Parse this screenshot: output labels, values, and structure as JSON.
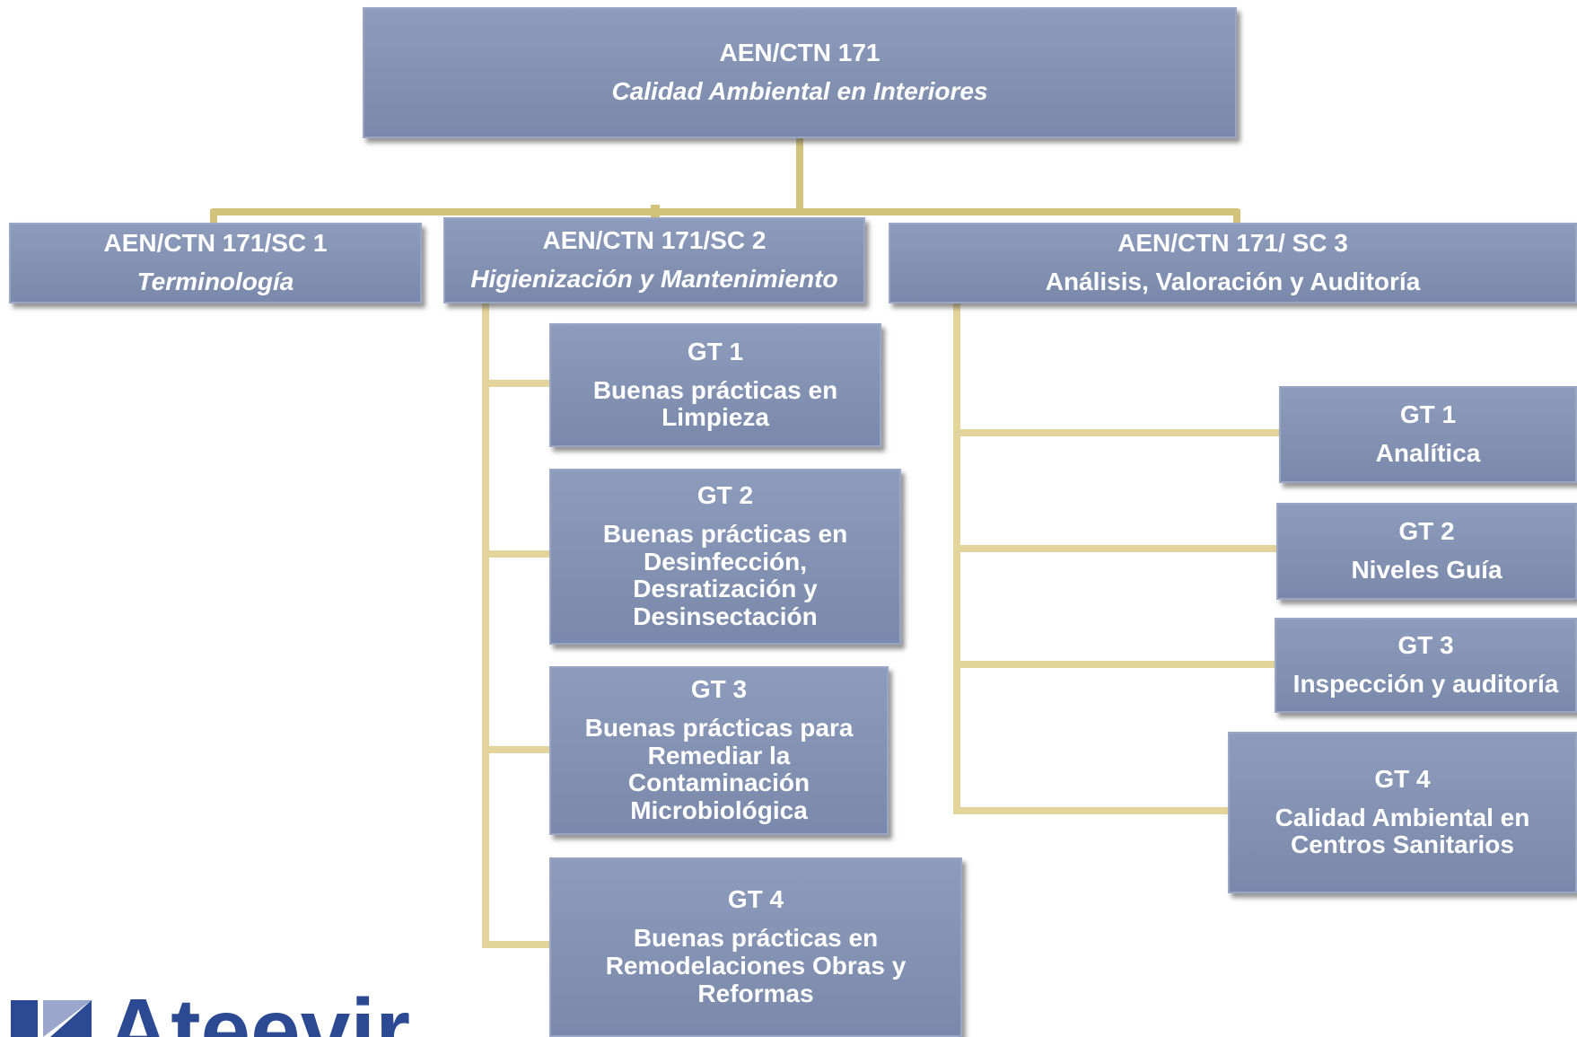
{
  "colors": {
    "connector": "#d3c27a",
    "connector_light": "#e2d49a",
    "box_fill": "#8391b2",
    "box_text": "#ffffff",
    "logo_blue": "#2c4a93"
  },
  "root": {
    "code": "AEN/CTN 171",
    "name": "Calidad Ambiental en Interiores"
  },
  "subcommittees": [
    {
      "code": "AEN/CTN 171/SC 1",
      "name": "Terminología"
    },
    {
      "code": "AEN/CTN 171/SC 2",
      "name": "Higienización y Mantenimiento"
    },
    {
      "code": "AEN/CTN 171/ SC 3",
      "name": "Análisis, Valoración y Auditoría"
    }
  ],
  "sc2_groups": [
    {
      "code": "GT 1",
      "name": "Buenas prácticas en Limpieza"
    },
    {
      "code": "GT 2",
      "name": "Buenas prácticas en Desinfección, Desratización y Desinsectación"
    },
    {
      "code": "GT 3",
      "name": "Buenas prácticas para Remediar la Contaminación Microbiológica"
    },
    {
      "code": "GT 4",
      "name": "Buenas prácticas en Remodelaciones  Obras y Reformas"
    }
  ],
  "sc3_groups": [
    {
      "code": "GT 1",
      "name": "Analítica"
    },
    {
      "code": "GT 2",
      "name": "Niveles Guía"
    },
    {
      "code": "GT 3",
      "name": "Inspección y auditoría"
    },
    {
      "code": "GT 4",
      "name": "Calidad Ambiental en Centros Sanitarios"
    }
  ],
  "logo": {
    "text": "Ateevir",
    "icon": "ateevir-logo-mark"
  }
}
